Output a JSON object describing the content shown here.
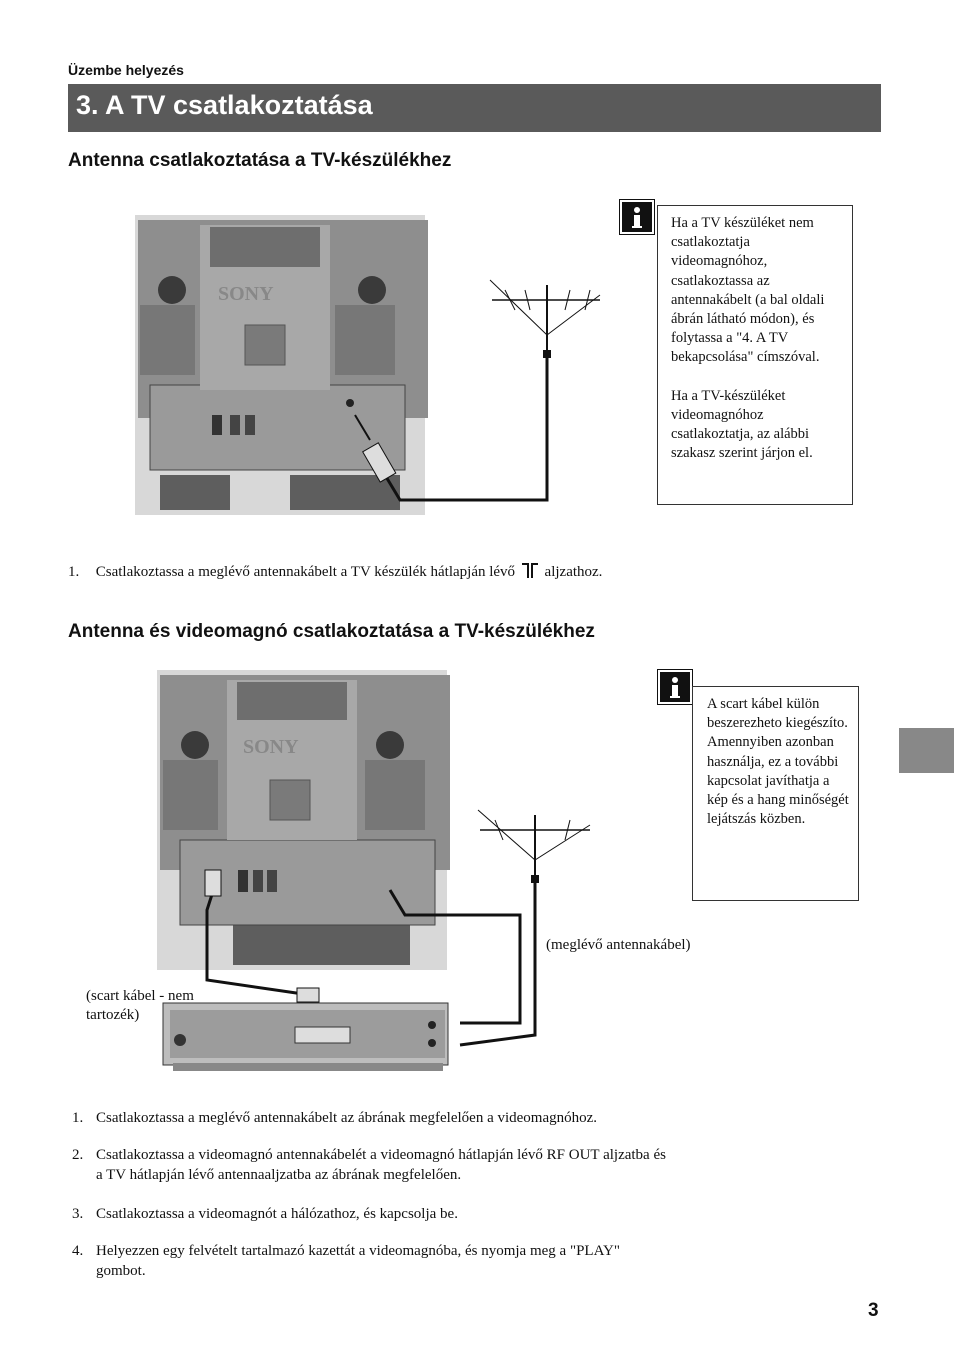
{
  "header": {
    "section_label": "Üzembe helyezés",
    "title": "3. A TV csatlakoztatása"
  },
  "section1": {
    "heading": "Antenna csatlakoztatása a TV-készülékhez",
    "tv_logo": "SONY",
    "note_p1": "Ha a TV készüléket nem csatlakoztatja videomagnóhoz, csatlakoztassa az antennakábelt (a bal oldali ábrán látható módon), és folytassa a \"4. A TV bekapcsolása\" címszóval.",
    "note_p2": "Ha a TV-készüléket videomagnóhoz csatlakoztatja, az alábbi szakasz szerint járjon el.",
    "step": {
      "num": "1.",
      "text_before": "Csatlakoztassa a meglévő antennakábelt a TV készülék hátlapján lévő",
      "text_after": "aljzathoz."
    }
  },
  "section2": {
    "heading": "Antenna és videomagnó csatlakoztatása a TV-készülékhez",
    "tv_logo": "SONY",
    "note": "A scart kábel külön beszerezheto kiegészíto. Amennyiben azonban használja, ez a további kapcsolat javíthatja a kép és a hang minőségét lejátszás közben.",
    "label_antenna_cable": "(meglévő antennakábel)",
    "label_scart_line1": "(scart kábel - nem",
    "label_scart_line2": "tartozék)",
    "steps": [
      {
        "num": "1.",
        "text": "Csatlakoztassa a meglévő antennakábelt az ábrának megfelelően a videomagnóhoz."
      },
      {
        "num": "2.",
        "text": "Csatlakoztassa a videomagnó antennakábelét a videomagnó hátlapján lévő RF OUT aljzatba és a TV hátlapján lévő antennaaljzatba az ábrának megfelelően."
      },
      {
        "num": "3.",
        "text": "Csatlakoztassa a videomagnót a hálózathoz, és kapcsolja be."
      },
      {
        "num": "4.",
        "text": "Helyezzen egy felvételt tartalmazó kazettát a videomagnóba, és nyomja meg a \"PLAY\" gombot."
      }
    ]
  },
  "page_number": "3"
}
